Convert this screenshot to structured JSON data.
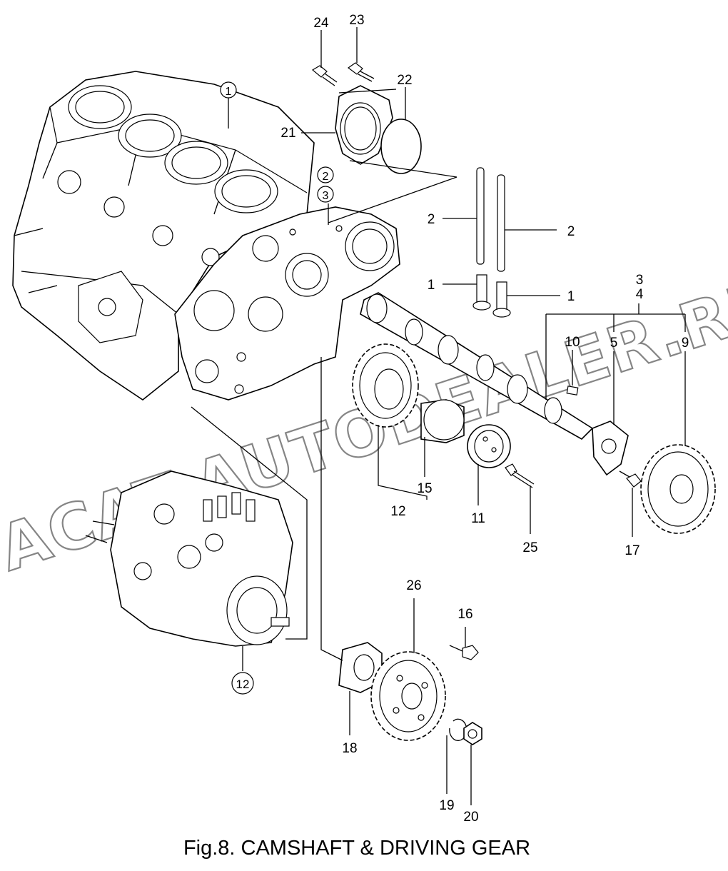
{
  "figure": {
    "caption": "Fig.8.  CAMSHAFT & DRIVING GEAR",
    "watermark": "ACAT-AUTODEALER.RU"
  },
  "callouts": [
    {
      "id": "c24",
      "label": "24",
      "circled": false
    },
    {
      "id": "c23",
      "label": "23",
      "circled": false
    },
    {
      "id": "c22",
      "label": "22",
      "circled": false
    },
    {
      "id": "c21",
      "label": "21",
      "circled": false
    },
    {
      "id": "c1-block",
      "label": "1",
      "circled": true
    },
    {
      "id": "c2-plate",
      "label": "2",
      "circled": true
    },
    {
      "id": "c3-plate",
      "label": "3",
      "circled": true
    },
    {
      "id": "c2-rod-a",
      "label": "2",
      "circled": false
    },
    {
      "id": "c2-rod-b",
      "label": "2",
      "circled": false
    },
    {
      "id": "c1-tap-a",
      "label": "1",
      "circled": false
    },
    {
      "id": "c1-tap-b",
      "label": "1",
      "circled": false
    },
    {
      "id": "c3",
      "label": "3",
      "circled": false
    },
    {
      "id": "c4",
      "label": "4",
      "circled": false
    },
    {
      "id": "c10",
      "label": "10",
      "circled": false
    },
    {
      "id": "c5",
      "label": "5",
      "circled": false
    },
    {
      "id": "c9",
      "label": "9",
      "circled": false
    },
    {
      "id": "c15",
      "label": "15",
      "circled": false
    },
    {
      "id": "c12",
      "label": "12",
      "circled": false
    },
    {
      "id": "c11",
      "label": "11",
      "circled": false
    },
    {
      "id": "c25",
      "label": "25",
      "circled": false
    },
    {
      "id": "c17",
      "label": "17",
      "circled": false
    },
    {
      "id": "c12-pump",
      "label": "12",
      "circled": true
    },
    {
      "id": "c26",
      "label": "26",
      "circled": false
    },
    {
      "id": "c16",
      "label": "16",
      "circled": false
    },
    {
      "id": "c18",
      "label": "18",
      "circled": false
    },
    {
      "id": "c19",
      "label": "19",
      "circled": false
    },
    {
      "id": "c20",
      "label": "20",
      "circled": false
    }
  ]
}
